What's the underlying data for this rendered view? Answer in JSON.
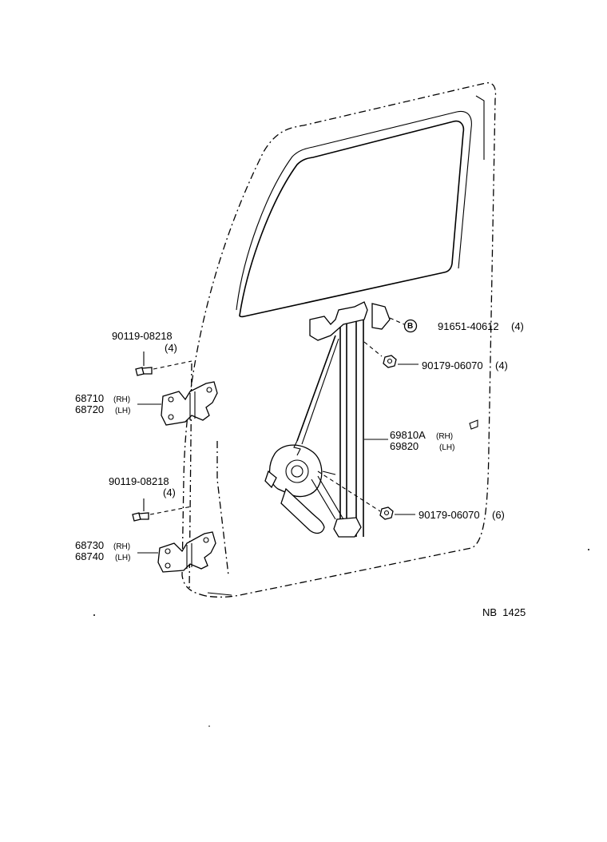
{
  "callouts": {
    "bolt_upper": {
      "part": "90119-08218",
      "qty": "(4)"
    },
    "hinge_upper": {
      "part_rh": "68710",
      "rh": "(RH)",
      "part_lh": "68720",
      "lh": "(LH)"
    },
    "bolt_lower": {
      "part": "90119-08218",
      "qty": "(4)"
    },
    "hinge_lower": {
      "part_rh": "68730",
      "rh": "(RH)",
      "part_lh": "68740",
      "lh": "(LH)"
    },
    "rivet": {
      "symbol": "B",
      "part": "91651-40612",
      "qty": "(4)"
    },
    "nut_upper": {
      "part": "90179-06070",
      "qty": "(4)"
    },
    "regulator": {
      "part_rh": "69810A",
      "rh": "(RH)",
      "part_lh": "69820",
      "lh": "(LH)"
    },
    "nut_lower": {
      "part": "90179-06070",
      "qty": "(6)"
    }
  },
  "figure_code": "NB  1425"
}
